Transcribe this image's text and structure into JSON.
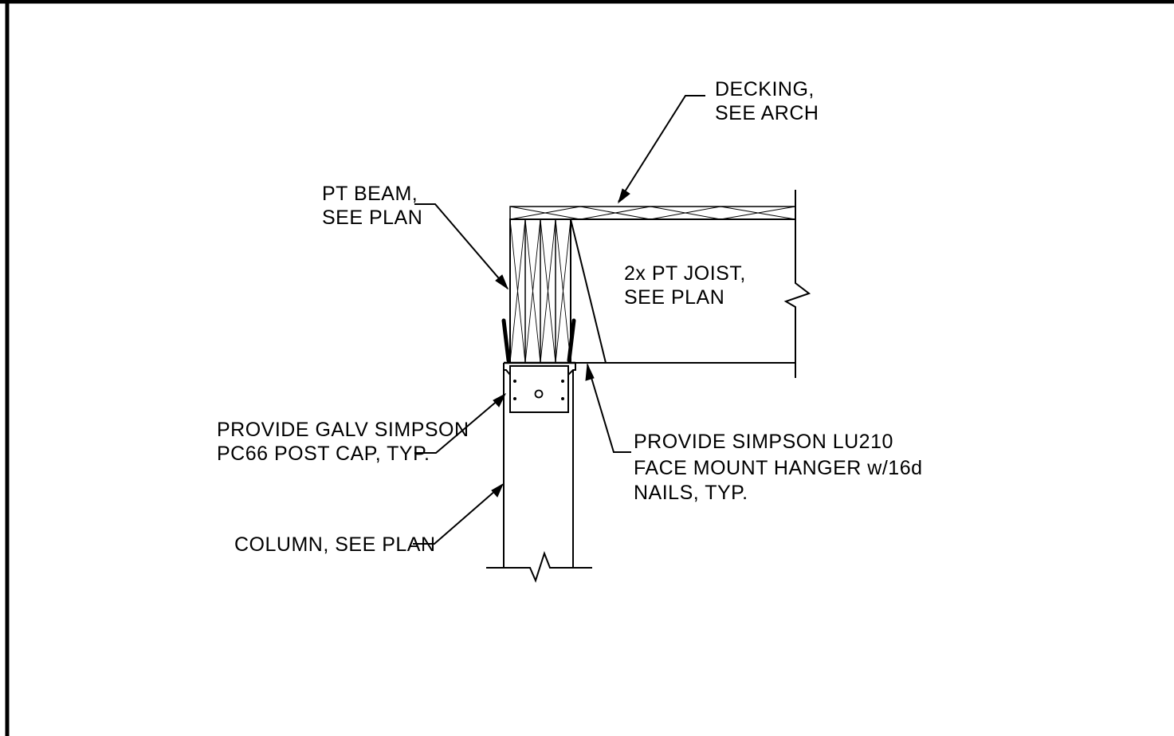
{
  "colors": {
    "line": "#000000",
    "background": "#ffffff"
  },
  "labels": {
    "decking": [
      "DECKING,",
      "SEE ARCH"
    ],
    "pt_beam": [
      "PT BEAM,",
      "SEE PLAN"
    ],
    "joist": [
      "2x PT JOIST,",
      "SEE PLAN"
    ],
    "post_cap": [
      "PROVIDE GALV SIMPSON",
      "PC66 POST CAP, TYP."
    ],
    "hanger": [
      "PROVIDE SIMPSON LU210",
      "FACE MOUNT HANGER w/16d",
      "NAILS, TYP."
    ],
    "column": [
      "COLUMN, SEE PLAN"
    ]
  }
}
